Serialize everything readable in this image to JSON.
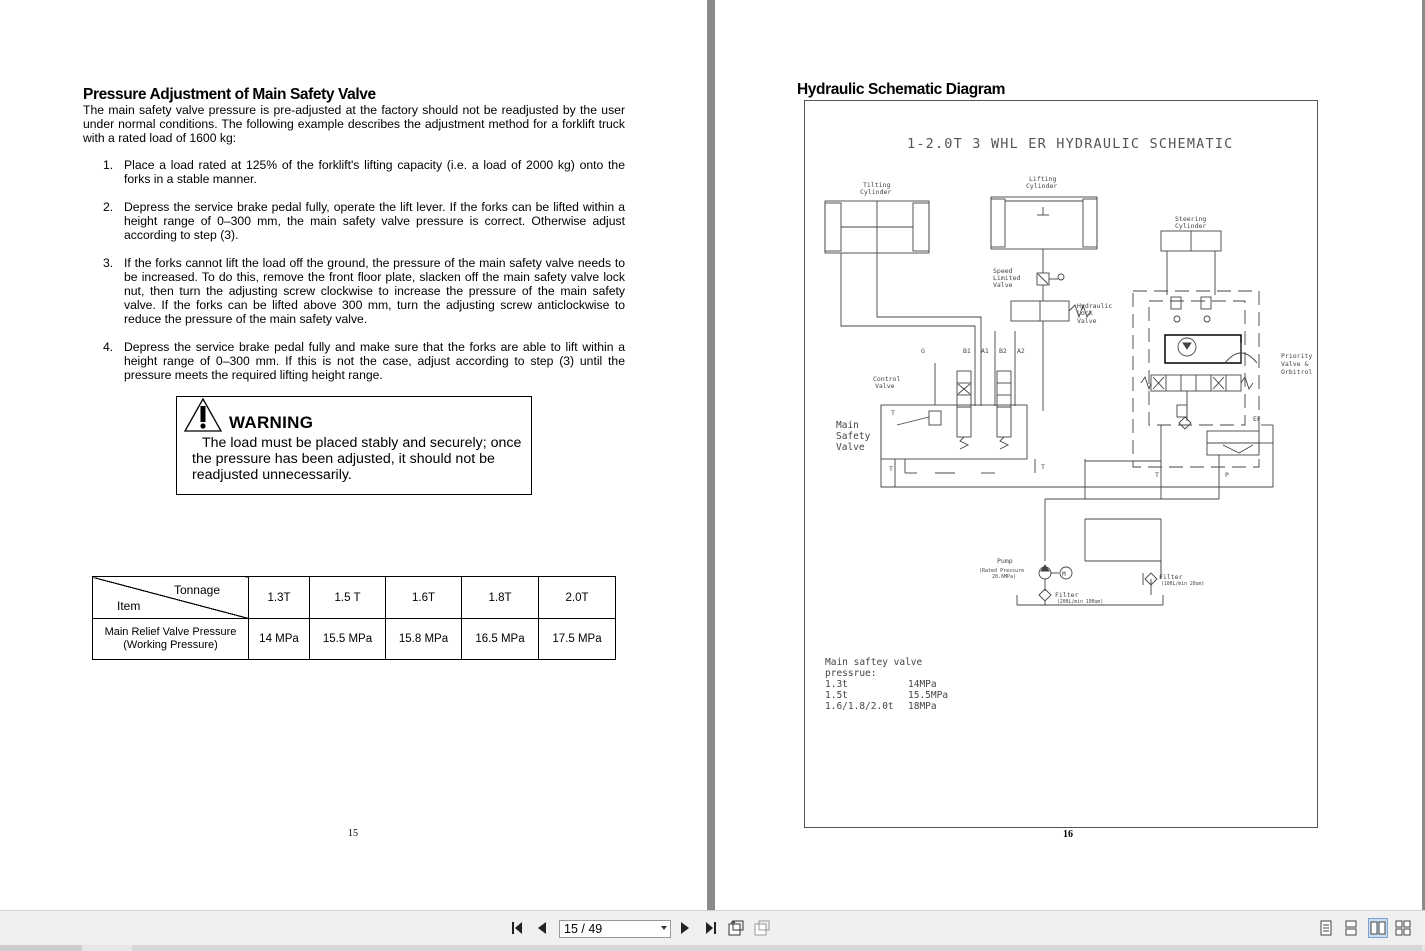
{
  "left_page": {
    "title": "Pressure Adjustment of Main Safety Valve",
    "intro": "The main safety valve pressure is pre-adjusted at the factory should not be readjusted by the user under normal conditions. The following example describes the adjustment method for a forklift truck with a rated load of 1600 kg:",
    "steps": [
      {
        "num": "1.",
        "text": "Place a load rated at 125% of the forklift's lifting capacity (i.e. a load of 2000 kg) onto the forks in a stable manner."
      },
      {
        "num": "2.",
        "text": "Depress the service brake pedal fully, operate the lift lever. If the forks can be lifted within a height range of 0–300 mm, the main safety valve pressure is correct. Otherwise adjust according to step (3)."
      },
      {
        "num": "3.",
        "text": "If the forks cannot lift the load off the ground, the pressure of the main safety valve needs to be increased. To do this, remove the front floor plate, slacken off the main safety valve lock nut, then turn the adjusting screw clockwise to increase the pressure of the main safety valve. If the forks can be lifted above 300 mm, turn the adjusting screw anticlockwise to reduce the pressure of the main safety valve."
      },
      {
        "num": "4.",
        "text": "Depress the service brake pedal fully and make sure that the forks are able to lift within a height range of 0–300 mm. If this is not the case, adjust according to step (3) until the pressure meets the required lifting height range."
      }
    ],
    "warning": {
      "title": "WARNING",
      "text": "The load must be placed stably and securely; once the pressure has been adjusted, it should not be readjusted unnecessarily.",
      "icon": "warning-triangle-icon"
    },
    "table": {
      "header_top": "Tonnage",
      "header_bottom": "Item",
      "columns": [
        "1.3T",
        "1.5 T",
        "1.6T",
        "1.8T",
        "2.0T"
      ],
      "row_label_1": "Main Relief Valve Pressure",
      "row_label_2": "(Working Pressure)",
      "values": [
        "14 MPa",
        "15.5 MPa",
        "15.8 MPa",
        "16.5 MPa",
        "17.5 MPa"
      ]
    },
    "page_number": "15"
  },
  "right_page": {
    "title": "Hydraulic Schematic Diagram",
    "schematic": {
      "heading": "1-2.0T 3 WHL ER HYDRAULIC SCHEMATIC",
      "tilting_1": "Tilting",
      "tilting_2": "Cylinder",
      "lifting_1": "Lifting",
      "lifting_2": "Cylinder",
      "steering_1": "Steering",
      "steering_2": "Cylinder",
      "speed_1": "Speed",
      "speed_2": "Limited",
      "speed_3": "Valve",
      "lock_1": "Hydraulic",
      "lock_2": "Lock",
      "lock_3": "Valve",
      "control_1": "Control",
      "control_2": "Valve",
      "main_1": "Main",
      "main_2": "Safety",
      "main_3": "Valve",
      "priority_1": "Priority",
      "priority_2": "Valve &",
      "priority_3": "Orbitrol",
      "port_g": "G",
      "port_b1": "B1",
      "port_a1": "A1",
      "port_b2": "B2",
      "port_a2": "A2",
      "port_t": "T",
      "port_p": "P",
      "port_ef": "EF",
      "pump_1": "Pump",
      "pump_2": "(Rated Pressure",
      "pump_3": "20.6MPa)",
      "motor": "M",
      "filter_a_1": "Filter",
      "filter_a_2": "(100L/min  20um)",
      "filter_b_1": "Filter",
      "filter_b_2": "(200L/min  100um)",
      "note_1": "Main saftey valve",
      "note_2": "pressrue:",
      "note_r1_a": "1.3t",
      "note_r1_b": "14MPa",
      "note_r2_a": "1.5t",
      "note_r2_b": "15.5MPa",
      "note_r3_a": "1.6/1.8/2.0t",
      "note_r3_b": "18MPa"
    },
    "page_number": "16"
  },
  "toolbar": {
    "page_indicator": "15 / 49",
    "buttons": [
      "first-page-icon",
      "prev-page-icon",
      "next-page-icon",
      "last-page-icon",
      "rotate-icon",
      "fit-icon"
    ],
    "view_modes": [
      "single-page-icon",
      "continuous-icon",
      "facing-icon",
      "continuous-facing-icon"
    ]
  }
}
